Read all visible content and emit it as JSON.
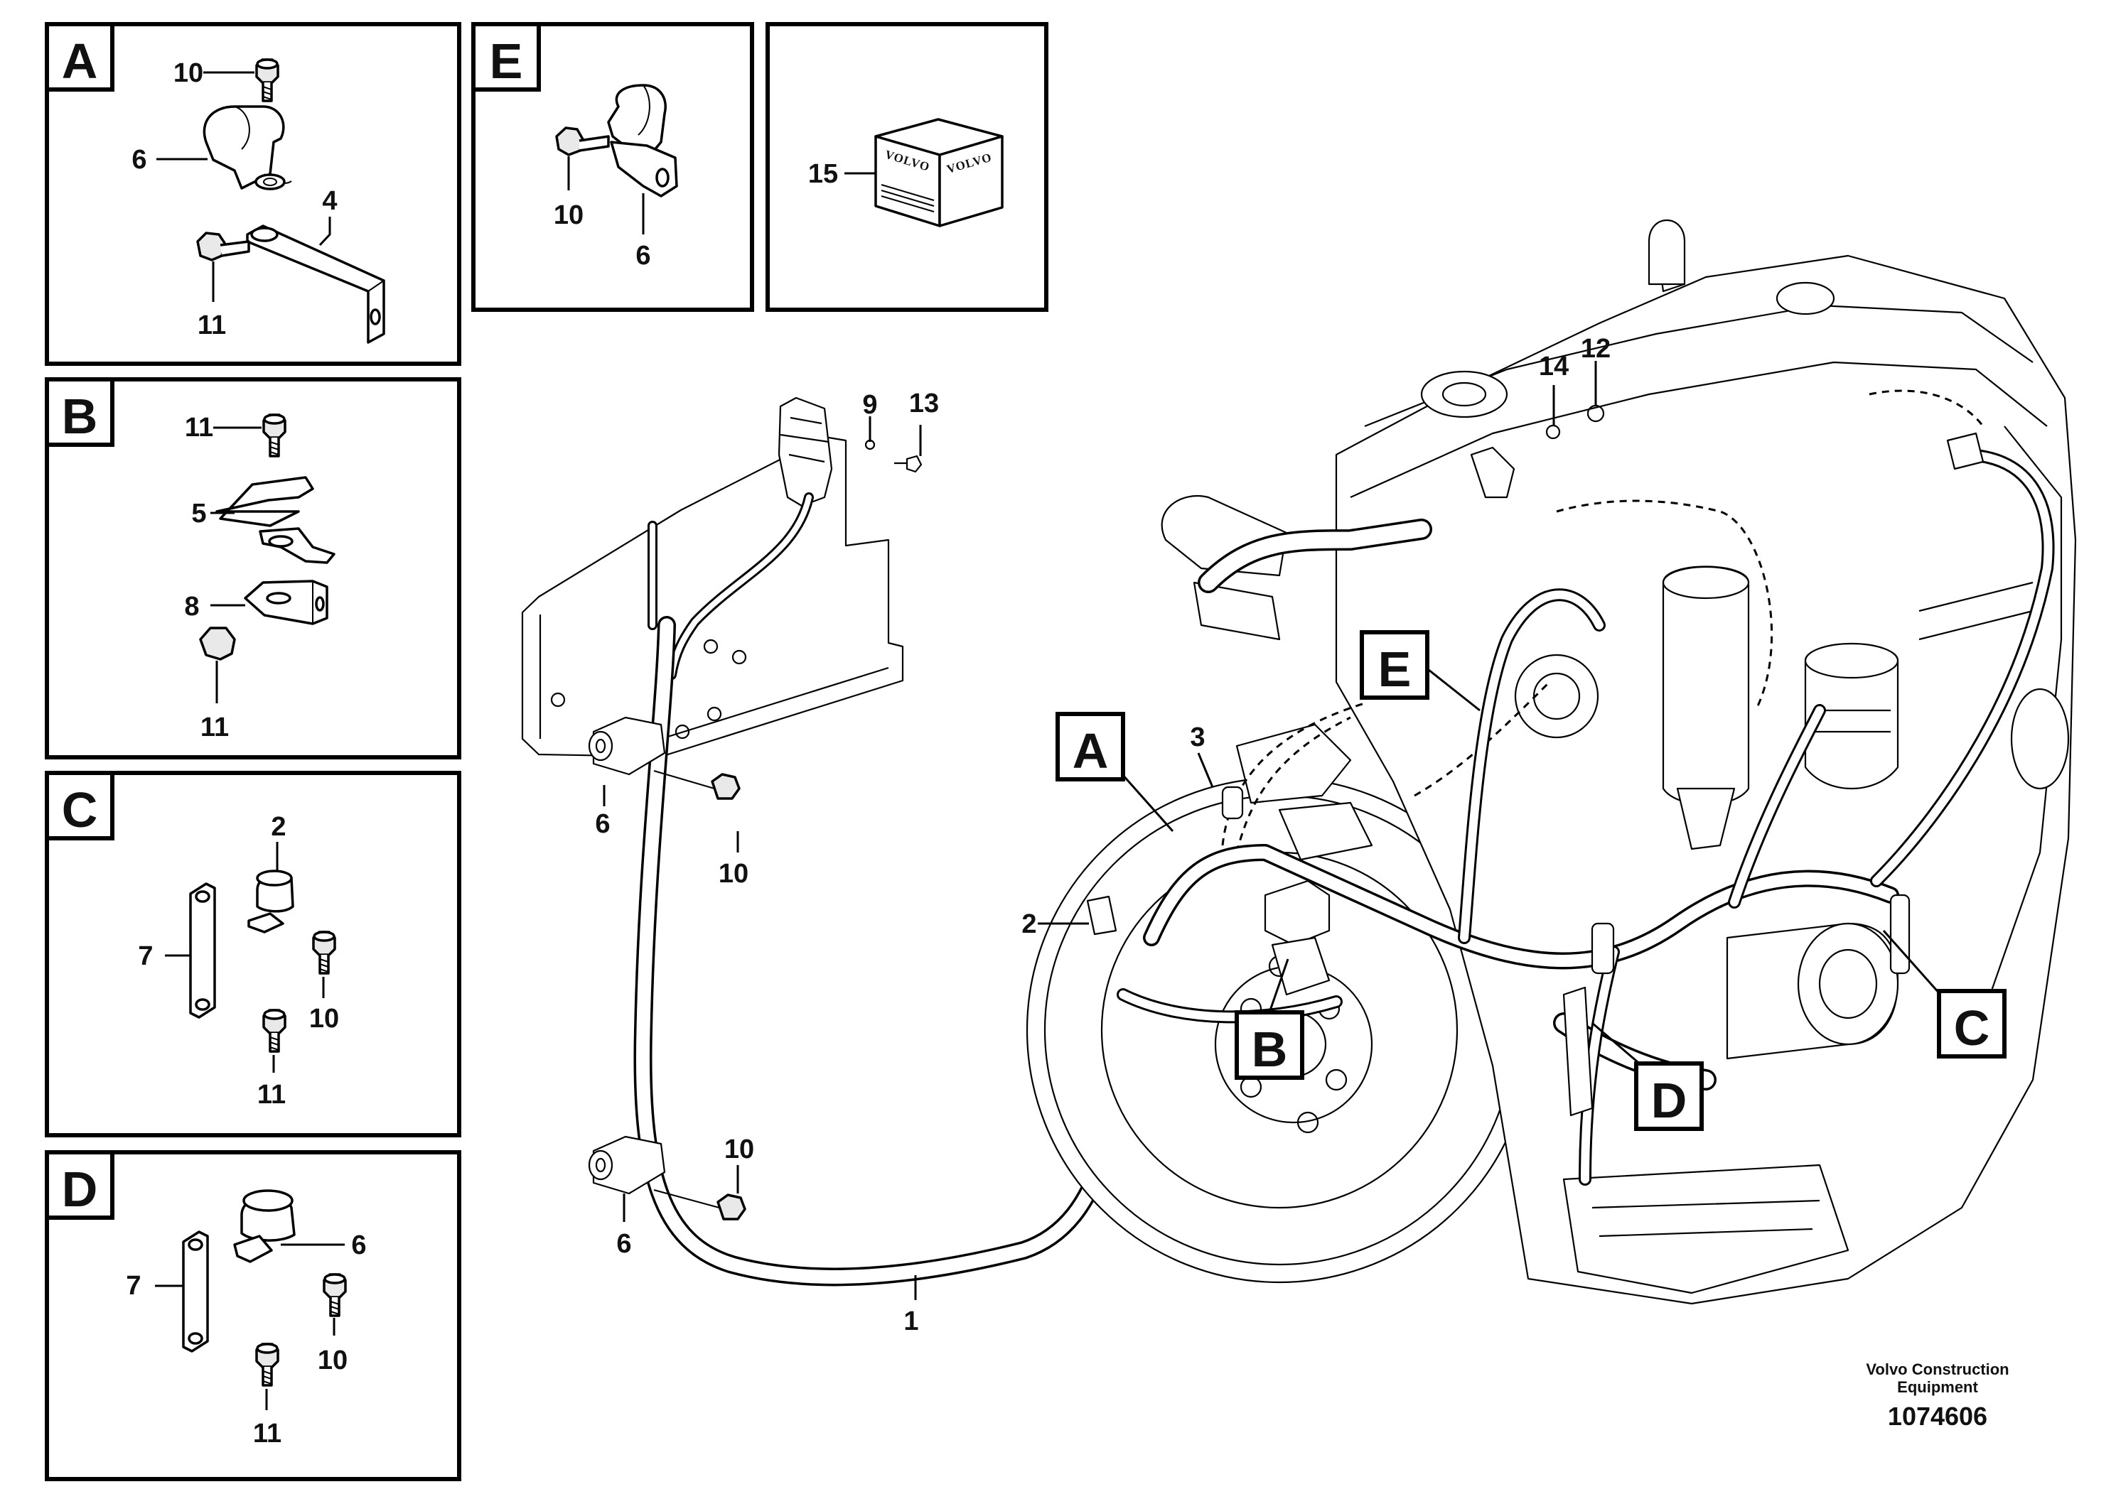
{
  "panels": {
    "A": {
      "letter": "A",
      "labels": {
        "10": "10",
        "6": "6",
        "4": "4",
        "11": "11"
      }
    },
    "B": {
      "letter": "B",
      "labels": {
        "11a": "11",
        "5": "5",
        "8": "8",
        "11b": "11"
      }
    },
    "C": {
      "letter": "C",
      "labels": {
        "2": "2",
        "7": "7",
        "10": "10",
        "11": "11"
      }
    },
    "D": {
      "letter": "D",
      "labels": {
        "6": "6",
        "7": "7",
        "10": "10",
        "11": "11"
      }
    },
    "E": {
      "letter": "E",
      "labels": {
        "10": "10",
        "6": "6"
      }
    },
    "kit": {
      "label": "15",
      "brand": "VOLVO"
    }
  },
  "main": {
    "callouts": {
      "9": "9",
      "13": "13",
      "14": "14",
      "12": "12",
      "3": "3",
      "2": "2",
      "6a": "6",
      "10a": "10",
      "10b": "10",
      "6b": "6",
      "1": "1"
    },
    "detail_tags": {
      "A": "A",
      "B": "B",
      "C": "C",
      "D": "D",
      "E": "E"
    }
  },
  "footer": {
    "company_line1": "Volvo Construction",
    "company_line2": "Equipment",
    "doc_number": "1074606"
  }
}
